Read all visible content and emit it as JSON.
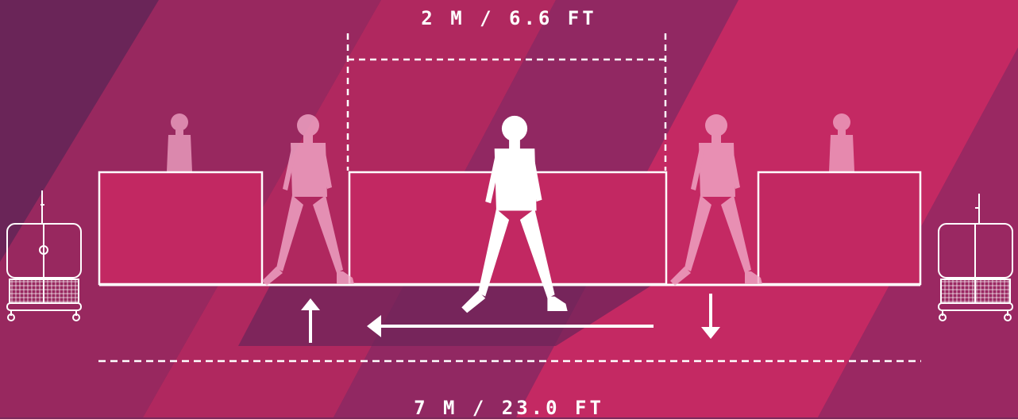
{
  "dimensions": {
    "gap_label": "2 M / 6.6 FT",
    "total_label": "7 M / 23.0 FT"
  },
  "colors": {
    "bg_dark": "#6e2658",
    "bg_mid": "#a8285f",
    "bg_pink": "#c22963",
    "panel_fill": "#c22862",
    "line": "#ffffff",
    "figure_faded": "#f2a9c8"
  },
  "flow": {
    "entry_direction": "up",
    "walk_direction": "left",
    "exit_direction": "down"
  }
}
